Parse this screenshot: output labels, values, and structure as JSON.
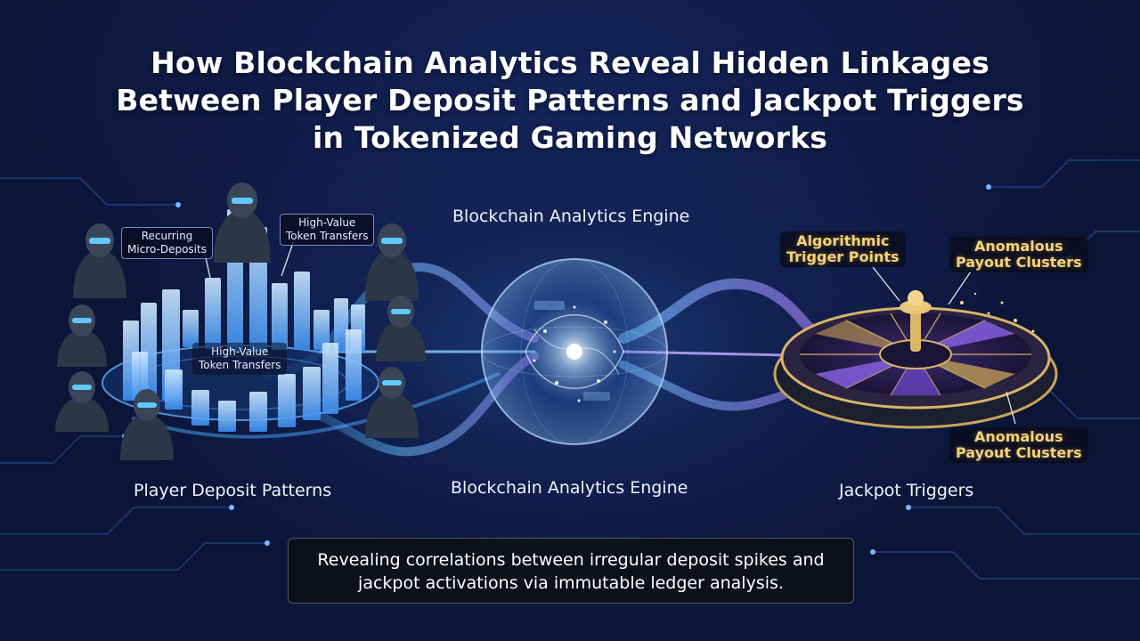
{
  "title": {
    "line1": "How Blockchain Analytics Reveal Hidden Linkages",
    "line2": "Between Player Deposit Patterns and Jackpot Triggers",
    "line3": "in Tokenized Gaming Networks"
  },
  "engine": {
    "label_top": "Blockchain Analytics Engine",
    "label_bottom": "Blockchain Analytics Engine"
  },
  "deposits": {
    "label": "Player Deposit Patterns",
    "tag_recurring": {
      "line1": "Recurring",
      "line2": "Micro-Deposits"
    },
    "tag_high_value": {
      "line1": "High-Value",
      "line2": "Token Transfers"
    },
    "tag_center": {
      "line1": "High-Value",
      "line2": "Token Transfers"
    }
  },
  "jackpot": {
    "label": "Jackpot Triggers",
    "trigger_points": {
      "line1": "Algorithmic",
      "line2": "Trigger Points"
    },
    "clusters_top": {
      "line1": "Anomalous",
      "line2": "Payout Clusters"
    },
    "clusters_bottom": {
      "line1": "Anomalous",
      "line2": "Payout Clusters"
    }
  },
  "caption": {
    "line1": "Revealing correlations between irregular deposit spikes and",
    "line2": "jackpot activations via immutable ledger analysis."
  },
  "colors": {
    "background": "#0b1538",
    "accent_blue": "#4aa8ff",
    "accent_purple": "#9b6bff",
    "gold": "#f5d27a"
  }
}
